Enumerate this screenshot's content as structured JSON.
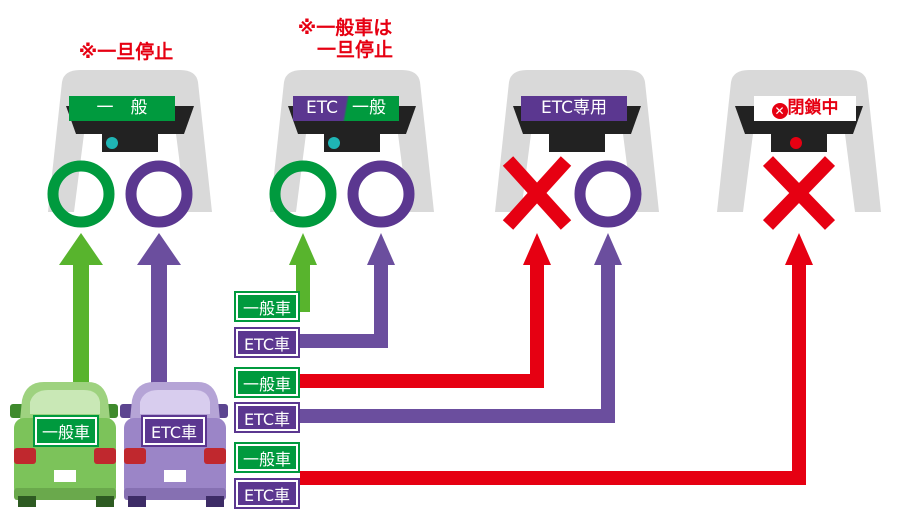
{
  "colors": {
    "green": "#58b42d",
    "purple": "#6b4e9e",
    "red": "#e60012",
    "gate_gray": "#d9d9d9",
    "indicator_teal": "#1fb5b5",
    "indicator_red": "#e60012"
  },
  "notes": {
    "stop_lane1": "※一旦停止",
    "stop_lane2_line1": "※一般車は",
    "stop_lane2_line2": "一旦停止"
  },
  "gates": [
    {
      "sign": "一　般",
      "indicator": "teal",
      "lanes": [
        "general-open",
        "etc-open"
      ]
    },
    {
      "sign_etc": "ETC",
      "sign_general": "一般",
      "indicator": "teal",
      "lanes": [
        "general-open",
        "etc-open"
      ]
    },
    {
      "sign": "ETC専用",
      "indicator": "none",
      "lanes": [
        "general-closed",
        "etc-open"
      ]
    },
    {
      "sign": "閉鎖中",
      "sign_icon": "x-circle-icon",
      "indicator": "red",
      "lanes": [
        "closed"
      ]
    }
  ],
  "tags": {
    "general": "一般車",
    "etc": "ETC車"
  },
  "cars": [
    {
      "plate": "一般車",
      "color": "green"
    },
    {
      "plate": "ETC車",
      "color": "purple"
    }
  ]
}
